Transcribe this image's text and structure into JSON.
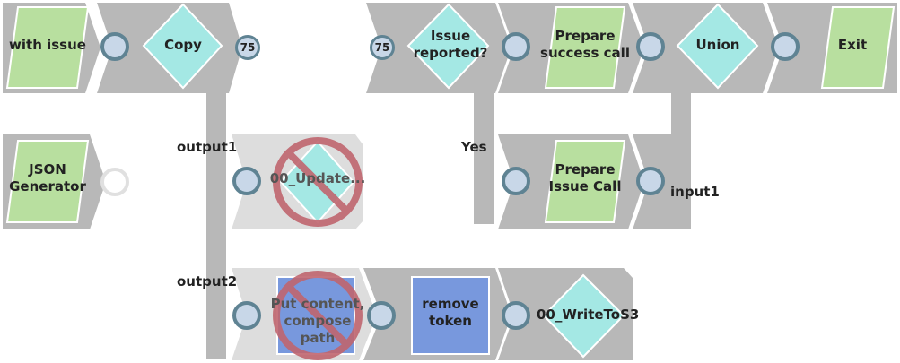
{
  "snaps": {
    "with_issue": "with issue",
    "copy": "Copy",
    "issue_reported": "Issue reported?",
    "prepare_success_call": "Prepare success call",
    "union": "Union",
    "exit": "Exit",
    "json_generator": "JSON Generator",
    "update": "00_Update...",
    "prepare_issue_call": "Prepare Issue Call",
    "put_content": "Put content, compose path",
    "remove_token": "remove token",
    "write_to_s3": "00_WriteToS3"
  },
  "badges": {
    "copy_out": "75",
    "router_in": "75"
  },
  "view_labels": {
    "output1": "output1",
    "output2": "output2",
    "yes": "Yes",
    "input1": "input1"
  },
  "colors": {
    "track": "#b8b8b8",
    "disabled_track": "#dddddd",
    "parser": "#b8df9f",
    "transform": "#a4e8e4",
    "script": "#7898dd",
    "port_fill": "#c8d7e8",
    "port_stroke": "#5f8393",
    "disabled_mark": "#c0666f"
  },
  "icons": {
    "disabled": "prohibited-icon",
    "parser_shape": "parallelogram",
    "transform_shape": "diamond",
    "script_shape": "square"
  }
}
